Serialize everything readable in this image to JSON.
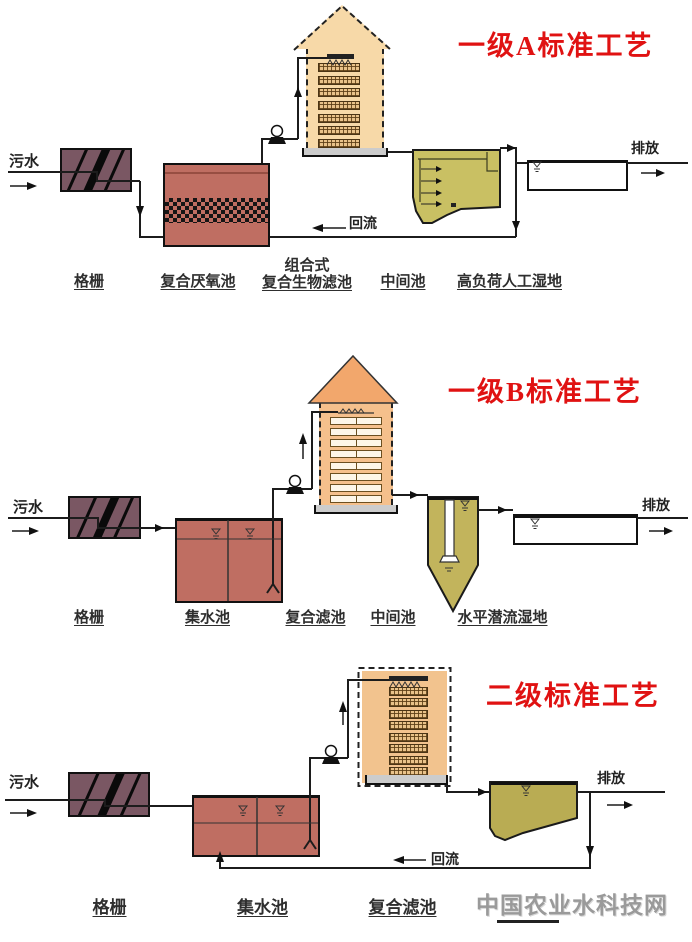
{
  "watermark": {
    "text": "中国农业水科技网"
  },
  "diagram_a": {
    "title": "一级A标准工艺",
    "influent": "污水",
    "effluent": "排放",
    "recycle": "回流",
    "labels": {
      "screen": "格栅",
      "anaerobic_tank": "复合厌氧池",
      "biofilter_line1": "组合式",
      "biofilter_line2": "复合生物滤池",
      "intermediate_tank": "中间池",
      "wetland": "高负荷人工湿地"
    }
  },
  "diagram_b": {
    "title": "一级B标准工艺",
    "influent": "污水",
    "effluent": "排放",
    "labels": {
      "screen": "格栅",
      "collection_tank": "集水池",
      "filter": "复合滤池",
      "intermediate_tank": "中间池",
      "wetland": "水平潜流湿地"
    }
  },
  "diagram_c": {
    "title": "二级标准工艺",
    "influent": "污水",
    "effluent": "排放",
    "recycle": "回流",
    "labels": {
      "screen": "格栅",
      "collection_tank": "集水池",
      "filter": "复合滤池"
    }
  },
  "colors": {
    "title_red": "#e01212",
    "screen_tank": "#7a5763",
    "red_tank": "#bf6e62",
    "tower_tan": "#f7d9a8",
    "tower_orange": "#f5c08c",
    "roof_orange": "#f2a76c",
    "olive_tank": "#c9c063",
    "olive_dark": "#b9ac53",
    "wetland_green": "#dceadc",
    "tray_gray": "#cccccc",
    "watermark_gray": "#9a9a9a"
  }
}
